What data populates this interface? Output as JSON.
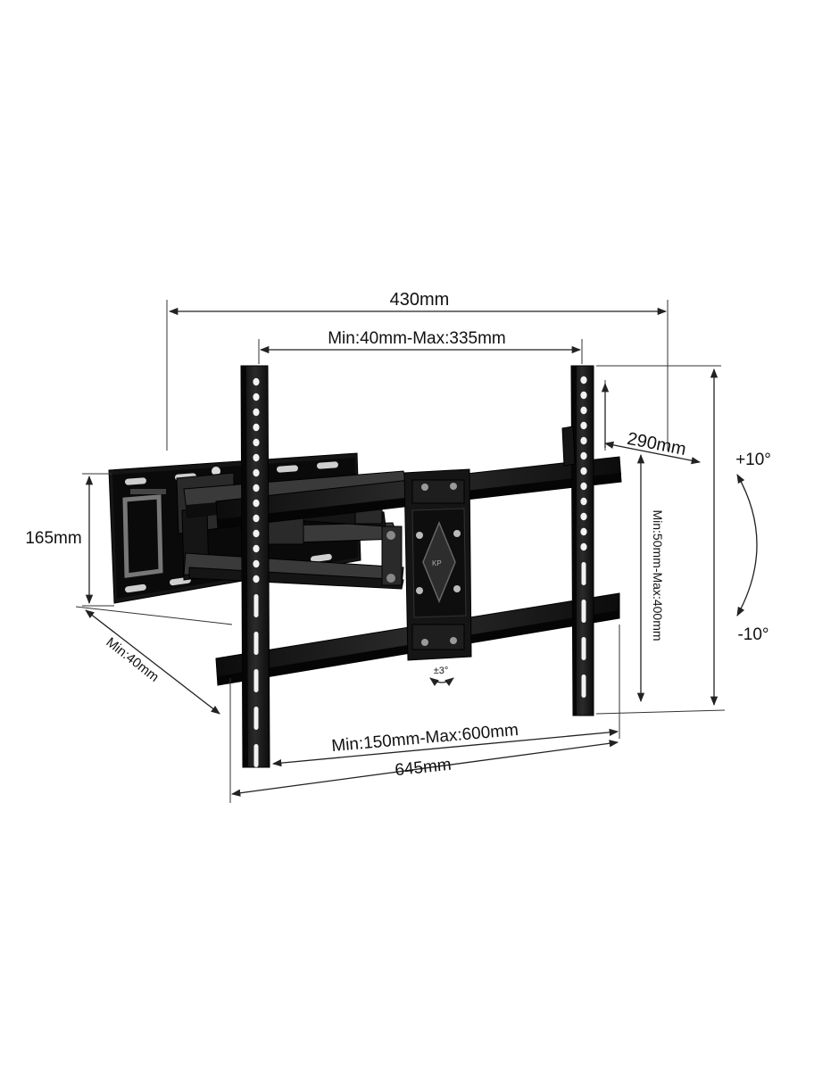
{
  "dimensions": {
    "total_width": "430mm",
    "rail_spacing": "Min:40mm-Max:335mm",
    "extension": "290mm",
    "plate_height": "165mm",
    "wall_depth": "Min:40mm",
    "vertical_range": "Min:50mm-Max:400mm",
    "horizontal_range": "Min:150mm-Max:600mm",
    "arm_width": "645mm",
    "tilt_up": "+10°",
    "tilt_down": "-10°",
    "swivel": "±3°"
  },
  "colors": {
    "background": "#ffffff",
    "steel": "#151515",
    "dimension_line": "#222222"
  }
}
